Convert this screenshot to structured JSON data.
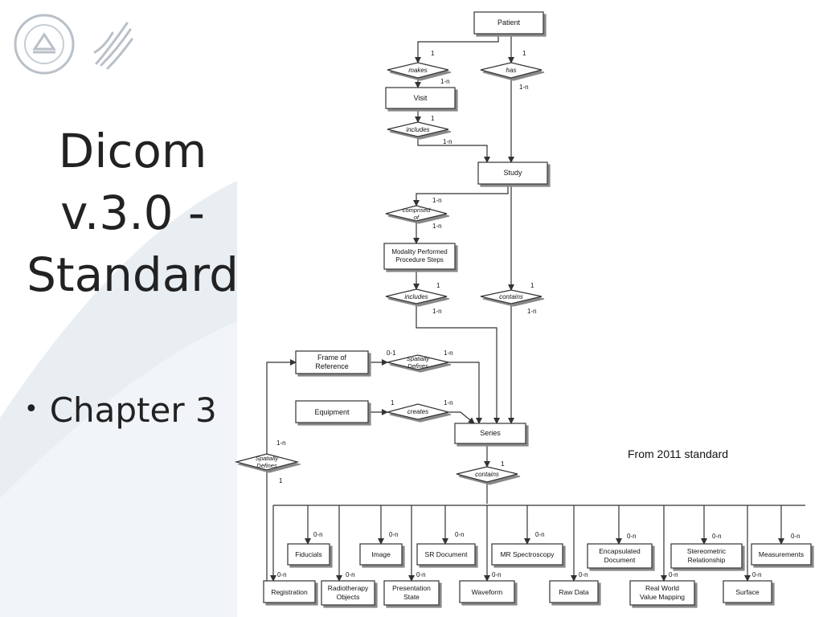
{
  "slide": {
    "title_lines": [
      "Dicom",
      "v.3.0 -",
      "Standard"
    ],
    "bullet": "Chapter 3",
    "source_note": "From 2011 standard",
    "logo_icon": "nih-logo-icon",
    "hhs_icon": "hhs-eagle-icon",
    "colors": {
      "background": "#ffffff",
      "watermark": "#e9eef3",
      "text": "#222222",
      "line": "#333333"
    }
  },
  "diagram": {
    "entities": {
      "patient": "Patient",
      "visit": "Visit",
      "study": "Study",
      "mpps": [
        "Modality Performed",
        "Procedure Steps"
      ],
      "frame_of_reference": [
        "Frame of",
        "Reference"
      ],
      "equipment": "Equipment",
      "series": "Series",
      "fiducials": "Fiducials",
      "image": "Image",
      "sr_document": "SR Document",
      "mr_spectroscopy": "MR Spectroscopy",
      "encapsulated_document": [
        "Encapsulated",
        "Document"
      ],
      "stereometric_relationship": [
        "Stereometric",
        "Relationship"
      ],
      "measurements": "Measurements",
      "registration": "Registration",
      "radiotherapy_objects": [
        "Radiotherapy",
        "Objects"
      ],
      "presentation_state": [
        "Presentation",
        "State"
      ],
      "waveform": "Waveform",
      "raw_data": "Raw Data",
      "real_world_value_mapping": [
        "Real World",
        "Value Mapping"
      ],
      "surface": "Surface"
    },
    "relationships": {
      "makes": "makes",
      "has": "has",
      "includes_visit": "includes",
      "comprised_of": [
        "comprised",
        "of"
      ],
      "includes_mpps": "includes",
      "contains_study": "contains",
      "spatially_defines_for": [
        "Spatially",
        "Defines"
      ],
      "creates": "creates",
      "contains_series": "contains",
      "spatially_defines_reg": [
        "Spatially",
        "Defines"
      ]
    },
    "cardinality": {
      "patient_makes": "1",
      "makes_visit": "1-n",
      "patient_has": "1",
      "has_study": "1-n",
      "visit_includes": "1",
      "includes_study": "1-n",
      "study_comprised": "1-n",
      "comprised_mpps": "1-n",
      "mpps_includes": "1",
      "includes_series": "1-n",
      "study_contains": "1",
      "contains_series": "1-n",
      "for_spatially": "0-1",
      "spatially_series": "1-n",
      "equipment_creates": "1",
      "creates_series": "1-n",
      "series_contains": "1",
      "reg_spatially_top": "1-n",
      "reg_spatially_bottom": "1",
      "zero_n": "0-n"
    }
  }
}
